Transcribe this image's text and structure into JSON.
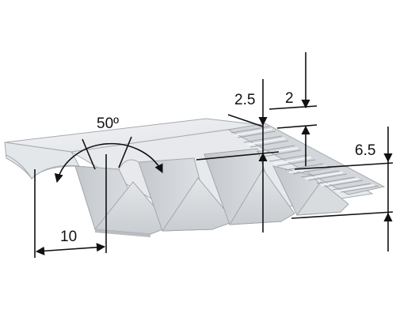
{
  "dimensions": {
    "tooth_height": "2.5",
    "rib_width": "2",
    "angle": "50º",
    "belt_height": "6.5",
    "pitch": "10"
  },
  "colors": {
    "belt_light": "#eef0f2",
    "belt_mid": "#dadde0",
    "belt_dark": "#b9bcc0",
    "outline": "#9ea2a6",
    "dimension_lines": "#111111"
  }
}
